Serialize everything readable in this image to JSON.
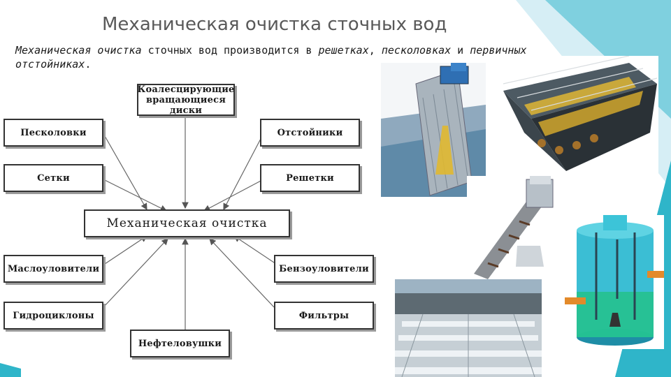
{
  "slide": {
    "title": "Механическая очистка сточных вод",
    "intro": {
      "p1": "Механическая очистка",
      "p2": " сточных вод  производится в ",
      "p3": "решетках",
      "p4": ", ",
      "p5": "песколовках",
      "p6": " и ",
      "p7": "первичных отстойниках",
      "p8": "."
    }
  },
  "diagram": {
    "center": "Механическая очистка",
    "top": "Коалесцирующие вращающиеся диски",
    "sandtraps": "Песколовки",
    "settlers": "Отстойники",
    "nets": "Сетки",
    "grates": "Решетки",
    "oiltraps": "Маслоуловители",
    "petroltraps": "Бензоуловители",
    "hydrocyclones": "Гидроциклоны",
    "filters": "Фильтры",
    "oilcatchers": "Нефтеловушки"
  },
  "colors": {
    "accent_teal": "#2fb5c9",
    "accent_light": "#b3e5ef"
  }
}
